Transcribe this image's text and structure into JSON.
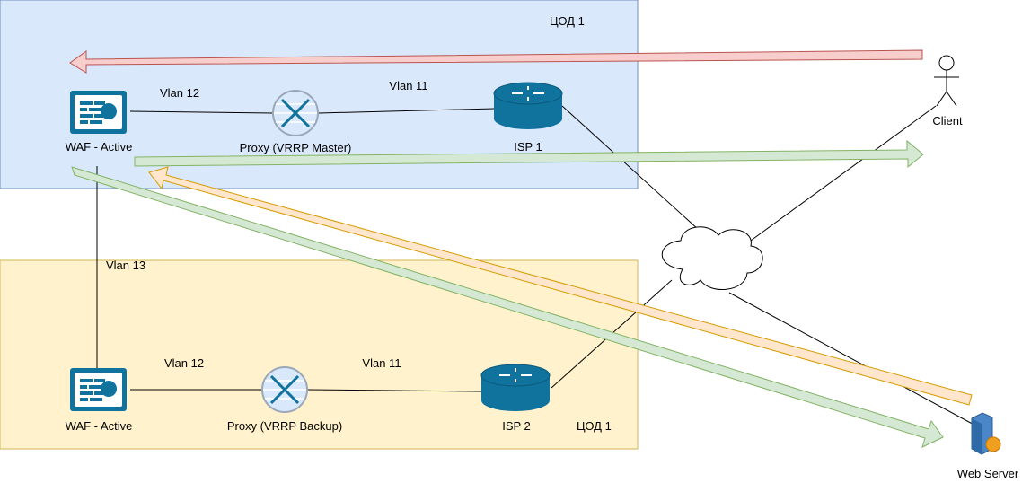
{
  "zones": {
    "top": {
      "label": "ЦОД 1",
      "fill": "#dae8fc",
      "stroke": "#6c8ebf"
    },
    "bottom": {
      "label": "ЦОД 1",
      "fill": "#fff2cc",
      "stroke": "#d6b656"
    }
  },
  "nodes": {
    "waf_top": {
      "label": "WAF - Active",
      "icon": "waf-firewall-icon"
    },
    "proxy_top": {
      "label": "Proxy (VRRP Master)",
      "icon": "proxy-firewall-icon"
    },
    "isp_top": {
      "label": "ISP 1",
      "icon": "router-icon"
    },
    "waf_bottom": {
      "label": "WAF - Active",
      "icon": "waf-firewall-icon"
    },
    "proxy_bottom": {
      "label": "Proxy (VRRP Backup)",
      "icon": "proxy-firewall-icon"
    },
    "isp_bottom": {
      "label": "ISP 2",
      "icon": "router-icon"
    },
    "client": {
      "label": "Client",
      "icon": "actor-icon"
    },
    "cloud": {
      "label": "",
      "icon": "cloud-icon"
    },
    "web_server": {
      "label": "Web Server",
      "icon": "web-server-icon"
    }
  },
  "links": {
    "vlan12_top": "Vlan 12",
    "vlan11_top": "Vlan 11",
    "vlan13": "Vlan 13",
    "vlan12_bottom": "Vlan 12",
    "vlan11_bottom": "Vlan 11"
  },
  "arrows": {
    "red": {
      "fill": "#f8cecc",
      "stroke": "#b85450"
    },
    "green": {
      "fill": "#d5e8d4",
      "stroke": "#82b366"
    },
    "orange": {
      "fill": "#ffe6cc",
      "stroke": "#d79b00"
    }
  },
  "icon_colors": {
    "device": "#10739e",
    "light": "#dae8fc"
  }
}
